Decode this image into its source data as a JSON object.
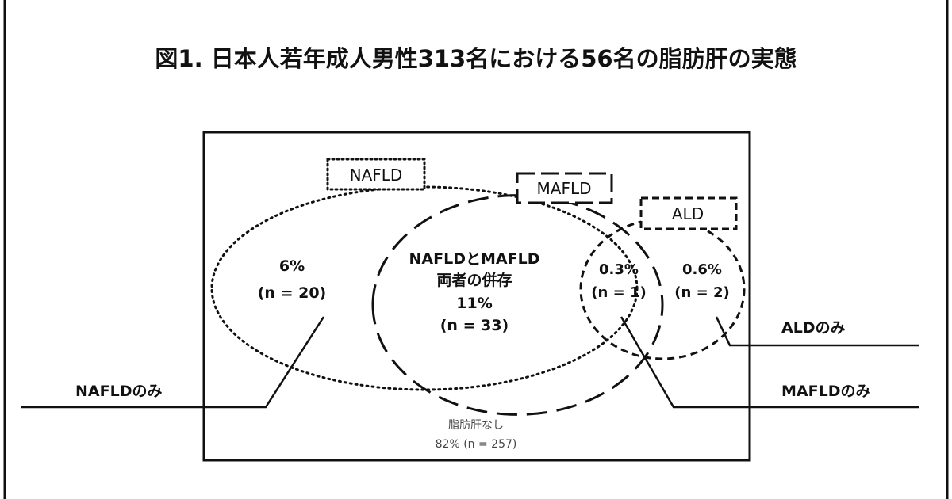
{
  "title": "図1. 日本人若年成人男性313名における56名の脂肪肝の実態",
  "labels": {
    "nafld_box": "NAFLD",
    "mafld_box": "MAFLD",
    "ald_box": "ALD"
  },
  "regions": {
    "nafld_only": {
      "pct": "6%",
      "n": "(n = 20)"
    },
    "both": {
      "line1": "NAFLDとMAFLD",
      "line2": "両者の併存",
      "pct": "11%",
      "n": "(n = 33)"
    },
    "mafld_only": {
      "pct": "0.3%",
      "n": "(n = 1)"
    },
    "ald_only": {
      "pct": "0.6%",
      "n": "(n = 2)"
    },
    "none": {
      "line1": "脂肪肝なし",
      "line2": "82% (n = 257)"
    }
  },
  "callouts": {
    "nafld_only": "NAFLDのみ",
    "mafld_only": "MAFLDのみ",
    "ald_only": "ALDのみ"
  }
}
